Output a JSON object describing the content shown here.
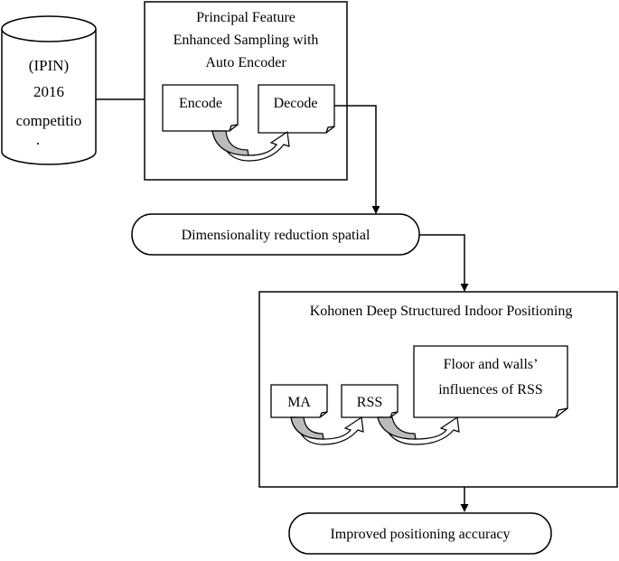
{
  "database": {
    "lines": [
      "(IPIN)",
      "2016",
      "competitio",
      "."
    ]
  },
  "sampling_box": {
    "title_lines": [
      "Principal Feature",
      "Enhanced Sampling with",
      "Auto Encoder"
    ],
    "encode_label": "Encode",
    "decode_label": "Decode"
  },
  "dimensionality": {
    "label": "Dimensionality reduction spatial"
  },
  "kohonen_box": {
    "title": "Kohonen Deep Structured Indoor Positioning",
    "ma_label": "MA",
    "rss_label": "RSS",
    "floor_lines": [
      "Floor and walls’",
      "influences of RSS"
    ]
  },
  "result": {
    "label": "Improved positioning accuracy"
  }
}
